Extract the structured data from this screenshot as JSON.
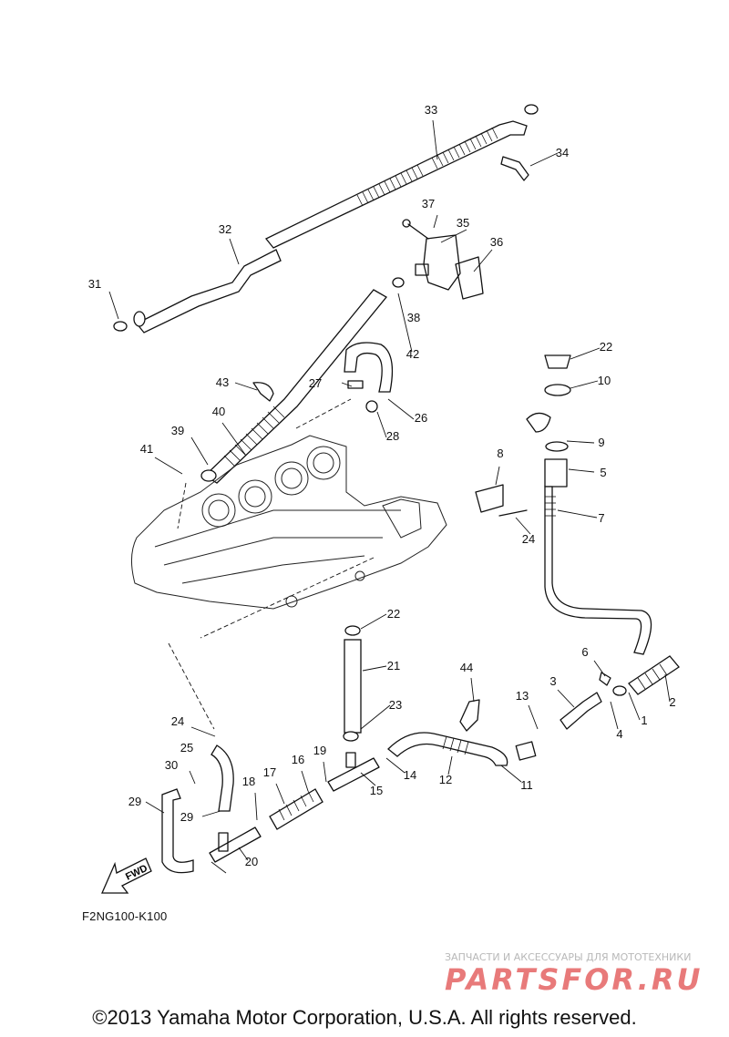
{
  "diagram_code": "F2NG100-K100",
  "fwd_label": "FWD",
  "copyright": "©2013 Yamaha Motor Corporation, U.S.A. All rights reserved.",
  "watermark": {
    "tagline": "ЗАПЧАСТИ И АКСЕССУАРЫ ДЛЯ МОТОТЕХНИКИ",
    "brand": "PARTSFOR.RU"
  },
  "callouts": [
    "1",
    "2",
    "3",
    "4",
    "5",
    "6",
    "7",
    "8",
    "9",
    "10",
    "11",
    "12",
    "13",
    "14",
    "15",
    "16",
    "17",
    "18",
    "19",
    "20",
    "21",
    "22",
    "23",
    "24",
    "25",
    "26",
    "27",
    "28",
    "29",
    "30",
    "31",
    "32",
    "33",
    "34",
    "35",
    "36",
    "37",
    "38",
    "39",
    "40",
    "41",
    "42",
    "43",
    "44",
    "22",
    "24",
    "29"
  ],
  "colors": {
    "line": "#111111",
    "watermark_red": "#e35a5a",
    "watermark_grey": "#b8b8b8"
  }
}
